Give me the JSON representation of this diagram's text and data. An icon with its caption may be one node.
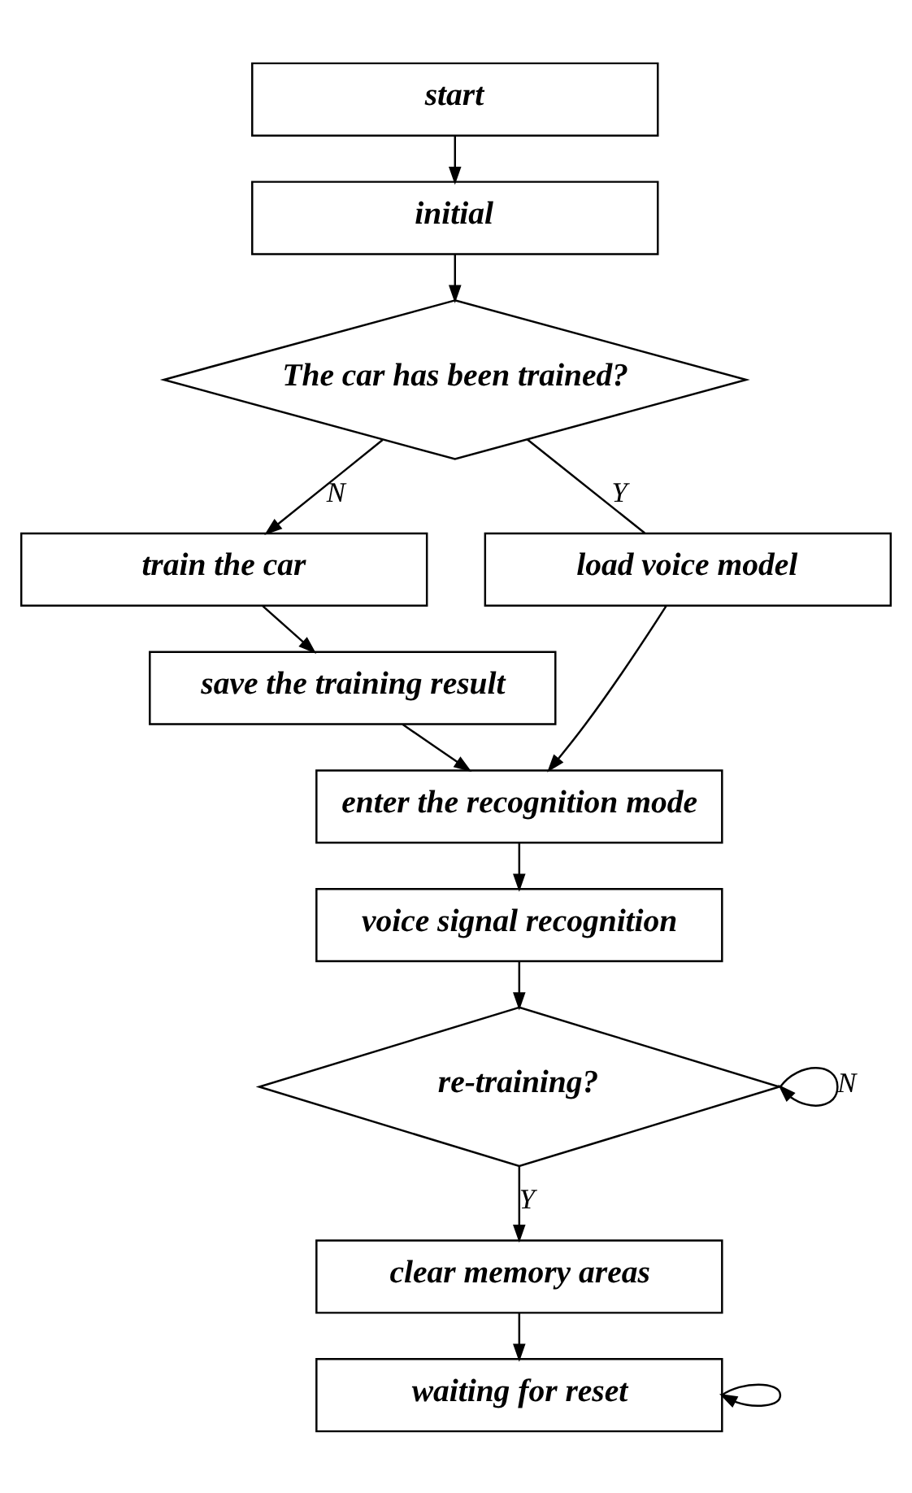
{
  "diagram": {
    "nodes": [
      {
        "text": [
          "start"
        ]
      },
      {
        "text": [
          "initial"
        ]
      },
      {
        "text": [
          "The car has been trained?"
        ]
      },
      {
        "text": [
          "train the car"
        ]
      },
      {
        "text": [
          "load voice model"
        ]
      },
      {
        "text": [
          "save the training result"
        ]
      },
      {
        "text": [
          "enter the recognition mode"
        ]
      },
      {
        "text": [
          "voice signal recognition"
        ]
      },
      {
        "text": [
          "re-training?"
        ]
      },
      {
        "text": [
          "clear memory areas"
        ]
      },
      {
        "text": [
          "waiting for reset"
        ]
      }
    ],
    "edges": [
      {
        "from": 0,
        "to": 1,
        "arrow": "to"
      },
      {
        "from": 1,
        "to": 2,
        "arrow": "to"
      },
      {
        "from": 2,
        "to": 3,
        "arrow": "to",
        "label": "N"
      },
      {
        "from": 2,
        "to": 4,
        "arrow": "none",
        "label": "Y"
      },
      {
        "from": 3,
        "to": 5,
        "arrow": "to"
      },
      {
        "from": 5,
        "to": 6,
        "arrow": "to"
      },
      {
        "from": 4,
        "to": 6,
        "arrow": "to"
      },
      {
        "from": 6,
        "to": 7,
        "arrow": "to"
      },
      {
        "from": 7,
        "to": 8,
        "arrow": "to"
      },
      {
        "from": 8,
        "to": 8,
        "arrow": "to",
        "label": "N"
      },
      {
        "from": 8,
        "to": 9,
        "arrow": "to",
        "label": "Y"
      },
      {
        "from": 9,
        "to": 10,
        "arrow": "to"
      },
      {
        "from": 10,
        "to": 10,
        "arrow": "to"
      }
    ]
  }
}
